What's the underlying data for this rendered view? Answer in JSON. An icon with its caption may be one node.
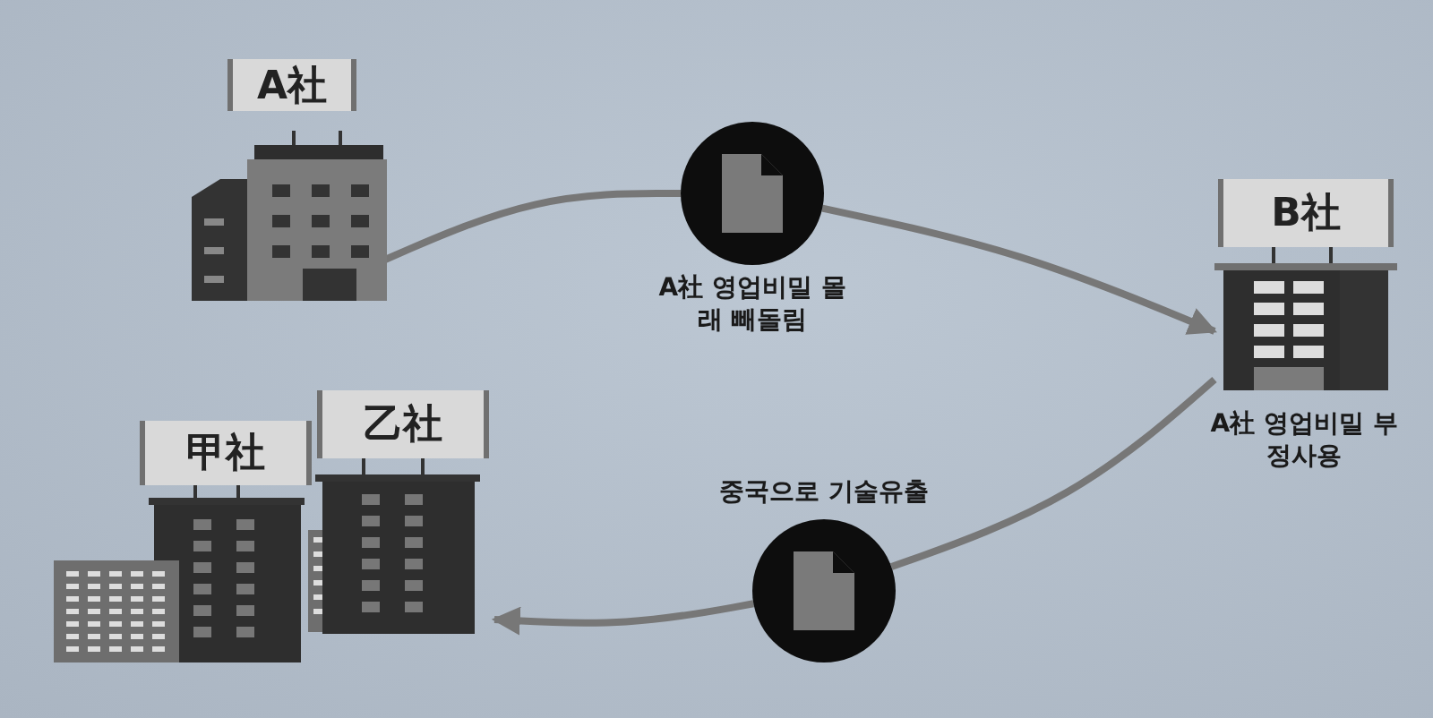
{
  "diagram": {
    "nodes": [
      {
        "text": [
          "A社"
        ]
      },
      {
        "text": [],
        "shape": "circle",
        "beside": [
          "A社 영업비밀 몰래 빼돌림"
        ]
      },
      {
        "text": [
          "B社"
        ],
        "beside": [
          "A社 영업비밀 부정사용"
        ]
      },
      {
        "text": [],
        "shape": "circle",
        "beside": [
          "중국으로 기술유출"
        ]
      },
      {
        "text": [
          "甲社"
        ]
      },
      {
        "text": [
          "乙社"
        ]
      }
    ],
    "edges": [
      {
        "from": 0,
        "to": 1,
        "arrow": "none"
      },
      {
        "from": 1,
        "to": 2,
        "arrow": "to"
      },
      {
        "from": 2,
        "to": 3,
        "arrow": "none"
      },
      {
        "from": 3,
        "to": 5,
        "arrow": "to"
      }
    ]
  }
}
